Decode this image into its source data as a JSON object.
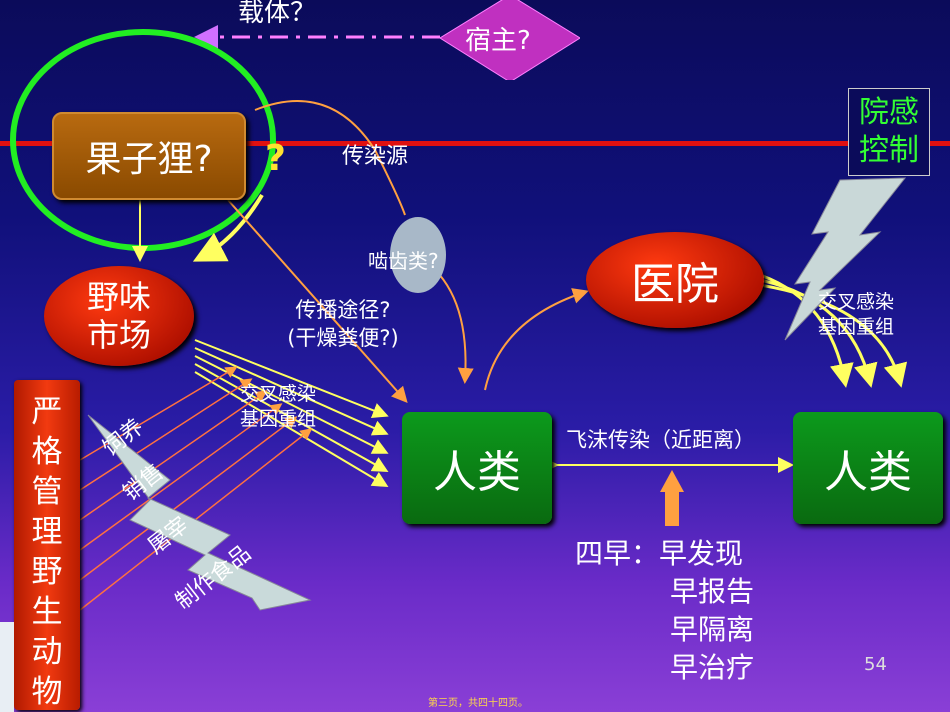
{
  "slide": {
    "carrier": "载体？",
    "host": "宿主?",
    "civet": "果子狸?",
    "question_mark": "?",
    "infection_source": "传染源",
    "rodents": "啮齿类?",
    "hospital_control": [
      "院感",
      "控制"
    ],
    "wild_market": [
      "野味",
      "市场"
    ],
    "hospital": "医院",
    "transmission_route": [
      "传播途径?",
      "(干燥粪便?)"
    ],
    "cross_infection_right": [
      "交叉感染",
      "基因重组"
    ],
    "cross_infection_left": [
      "交叉感染",
      "基因重组"
    ],
    "human_left": "人类",
    "human_right": "人类",
    "droplet": "飞沫传染（近距离）",
    "four_early": [
      "四早：早发现",
      "早报告",
      "早隔离",
      "早治疗"
    ],
    "strict_management": [
      "严",
      "格",
      "管",
      "理",
      "野",
      "生",
      "动",
      "物"
    ],
    "activities": [
      "饲养",
      "销售",
      "屠宰",
      "制作食品"
    ],
    "page_number": "54",
    "footer": "第三页，共四十四页。"
  }
}
